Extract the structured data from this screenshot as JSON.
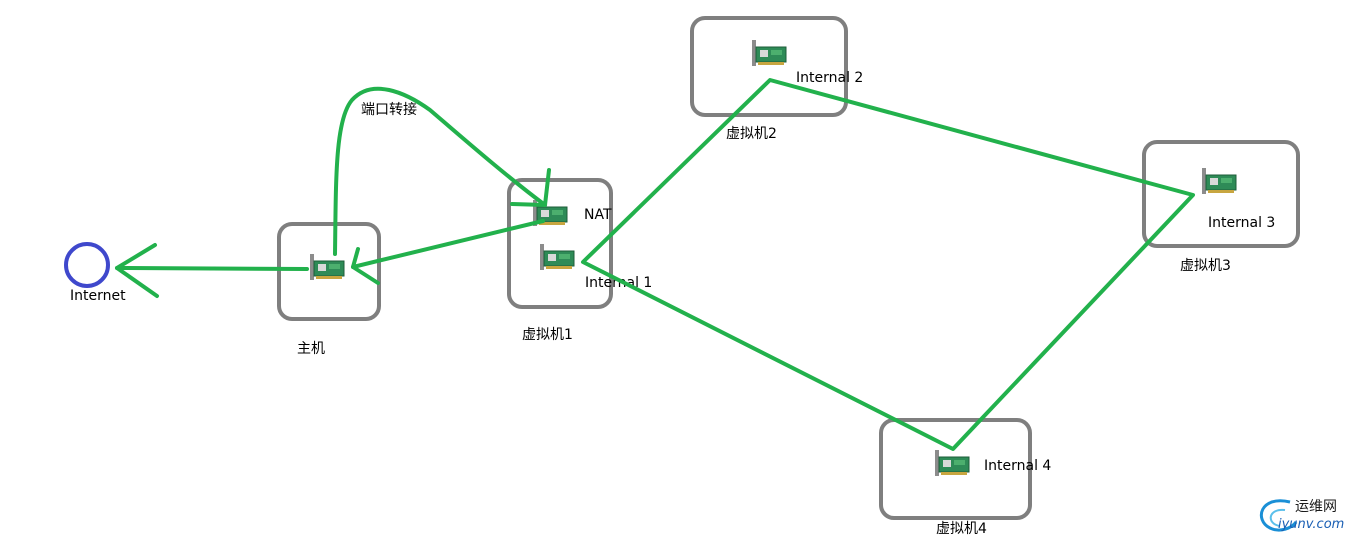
{
  "internet": {
    "label": "Internet"
  },
  "nodes": {
    "host": {
      "label": "主机"
    },
    "vm1": {
      "label": "虚拟机1",
      "nic_top": "NAT",
      "nic_bottom": "Internal 1"
    },
    "vm2": {
      "label": "虚拟机2",
      "nic": "Internal 2"
    },
    "vm3": {
      "label": "虚拟机3",
      "nic": "Internal 3"
    },
    "vm4": {
      "label": "虚拟机4",
      "nic": "Internal 4"
    }
  },
  "annotations": {
    "port_forward": "端口转接"
  },
  "watermark": {
    "name": "运维网",
    "url": "iyunv.com"
  },
  "colors": {
    "link": "#22b14c",
    "box_border": "#7f7f7f",
    "internet_circle": "#3f48cc",
    "nic_board": "#2e8b57"
  }
}
